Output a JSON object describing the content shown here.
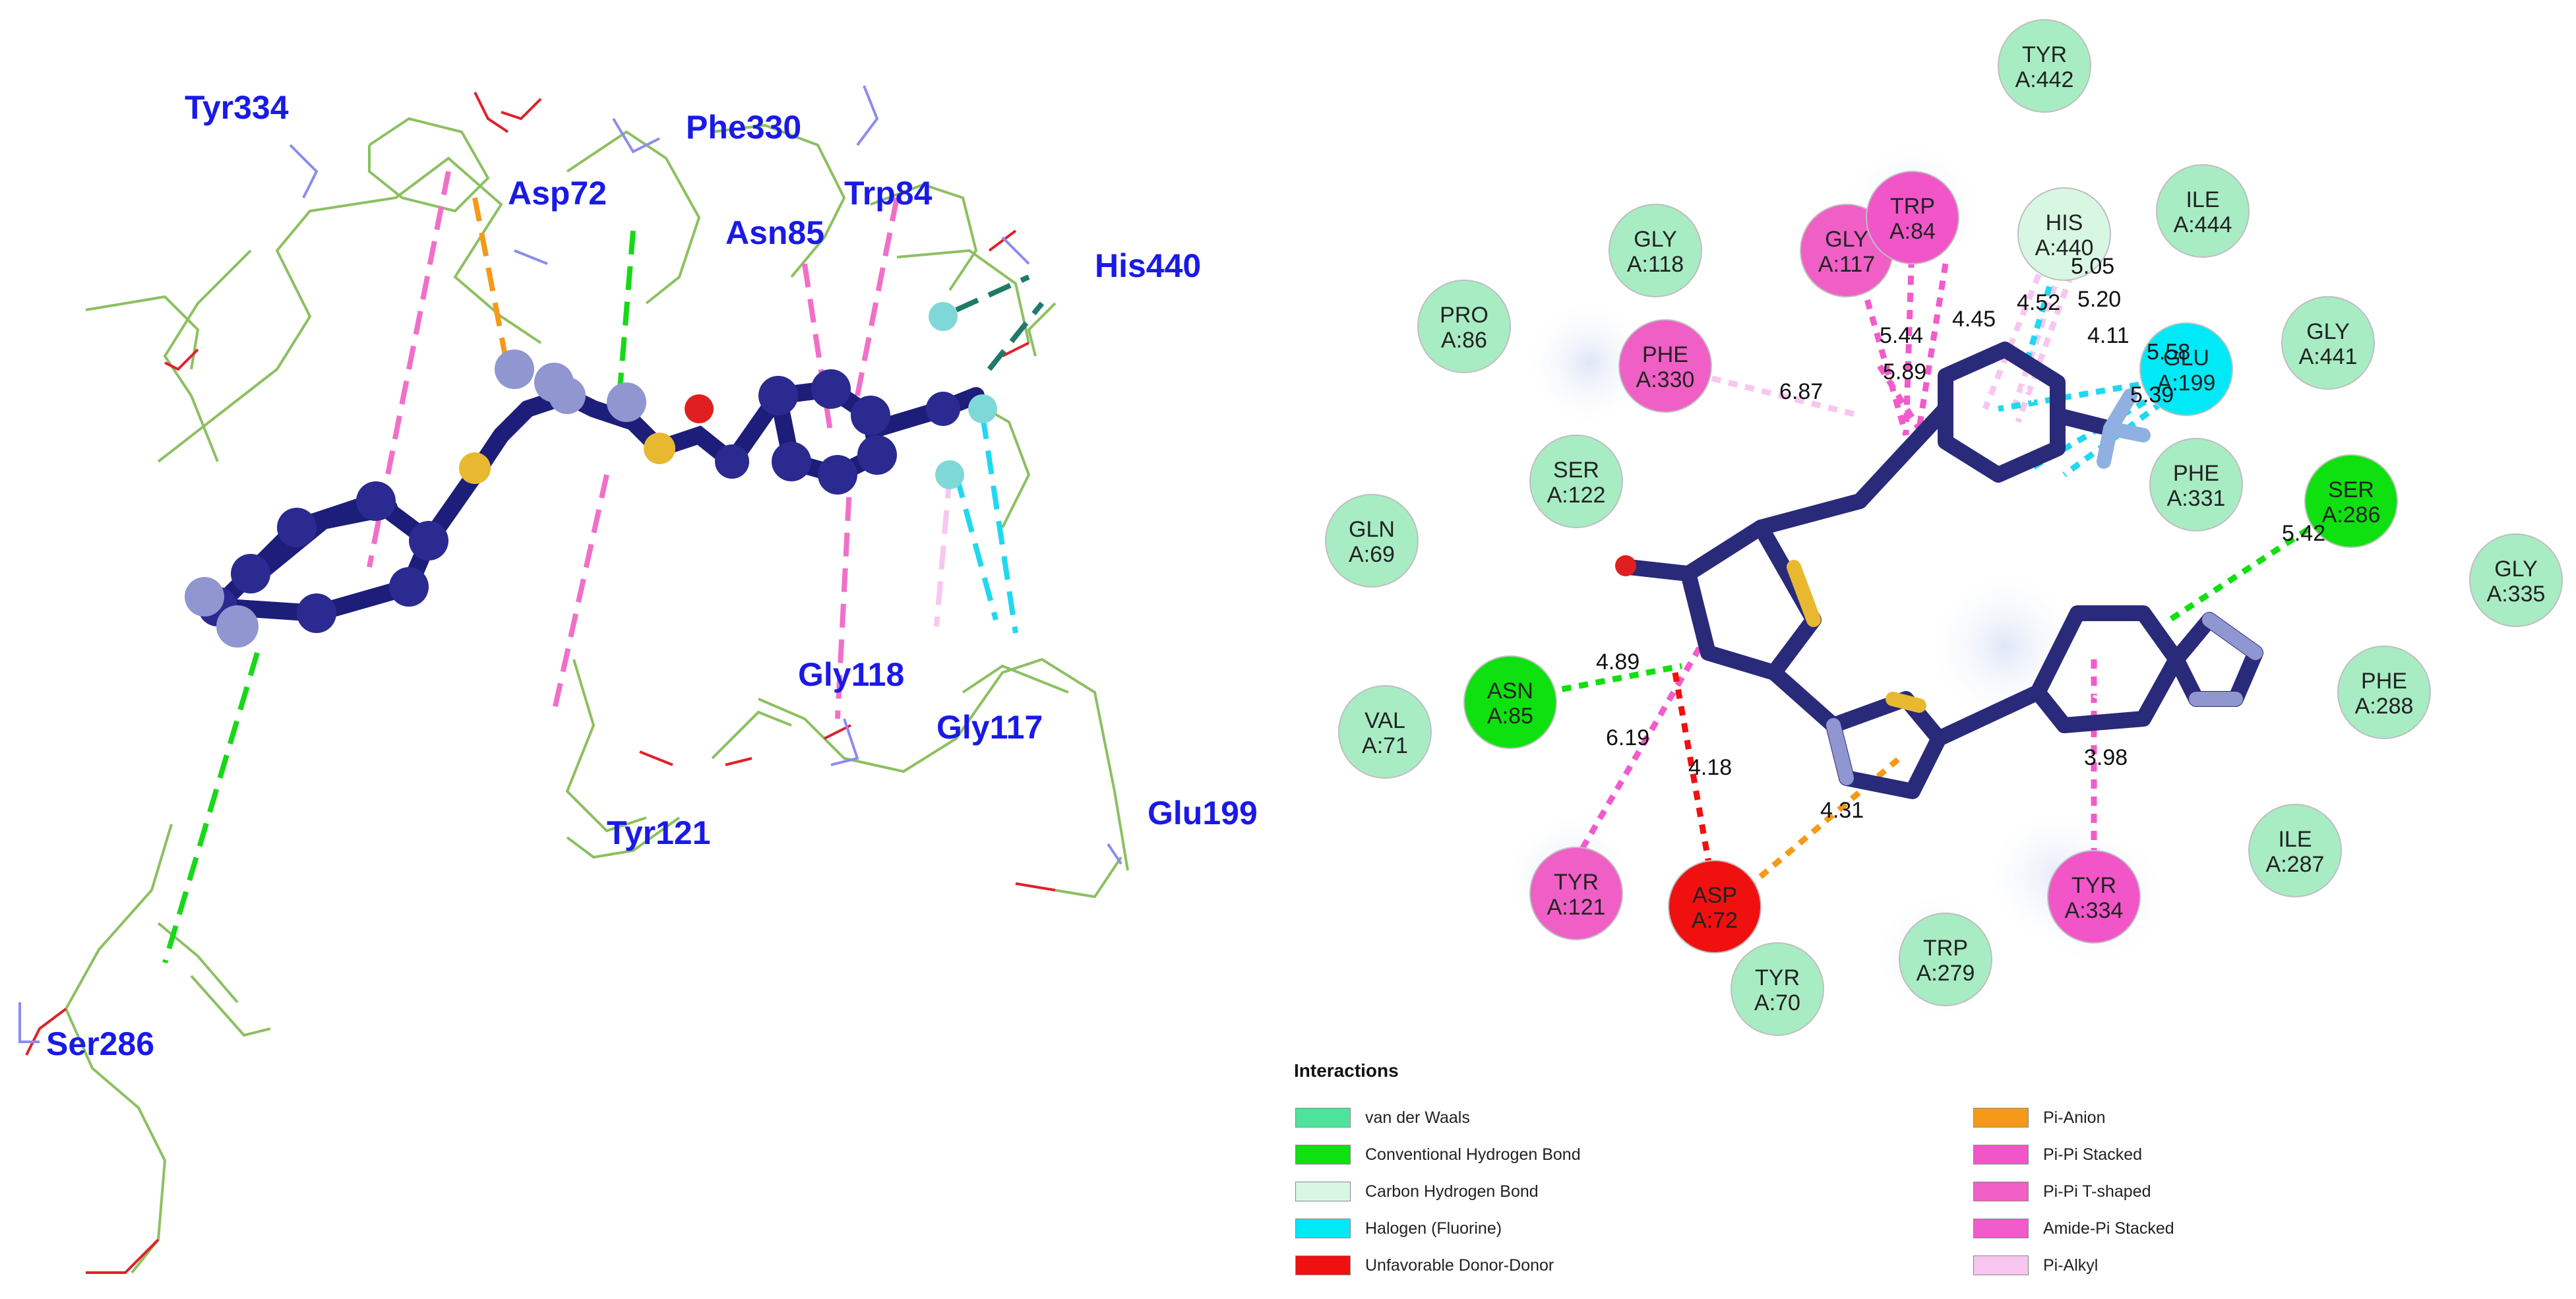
{
  "left_panel": {
    "residue_labels": [
      "Tyr334",
      "Asp72",
      "Phe330",
      "Asn85",
      "Trp84",
      "His440",
      "Gly118",
      "Gly117",
      "Tyr121",
      "Glu199",
      "Ser286"
    ]
  },
  "right_panel": {
    "residues": [
      {
        "id": "tyr442",
        "name": "TYR",
        "chain": "A:442",
        "type": "van der Waals"
      },
      {
        "id": "gly118",
        "name": "GLY",
        "chain": "A:118",
        "type": "van der Waals"
      },
      {
        "id": "gly117",
        "name": "GLY",
        "chain": "A:117",
        "type": "Pi-Pi T-shaped"
      },
      {
        "id": "trp84",
        "name": "TRP",
        "chain": "A:84",
        "type": "Pi-Pi Stacked"
      },
      {
        "id": "his440",
        "name": "HIS",
        "chain": "A:440",
        "type": "Carbon Hydrogen Bond"
      },
      {
        "id": "ile444",
        "name": "ILE",
        "chain": "A:444",
        "type": "van der Waals"
      },
      {
        "id": "pro86",
        "name": "PRO",
        "chain": "A:86",
        "type": "van der Waals"
      },
      {
        "id": "phe330",
        "name": "PHE",
        "chain": "A:330",
        "type": "Pi-Pi T-shaped"
      },
      {
        "id": "glu199",
        "name": "GLU",
        "chain": "A:199",
        "type": "Halogen (Fluorine)"
      },
      {
        "id": "gly441",
        "name": "GLY",
        "chain": "A:441",
        "type": "van der Waals"
      },
      {
        "id": "ser122",
        "name": "SER",
        "chain": "A:122",
        "type": "van der Waals"
      },
      {
        "id": "phe331",
        "name": "PHE",
        "chain": "A:331",
        "type": "van der Waals"
      },
      {
        "id": "ser286",
        "name": "SER",
        "chain": "A:286",
        "type": "Conventional Hydrogen Bond"
      },
      {
        "id": "gln69",
        "name": "GLN",
        "chain": "A:69",
        "type": "van der Waals"
      },
      {
        "id": "gly335",
        "name": "GLY",
        "chain": "A:335",
        "type": "van der Waals"
      },
      {
        "id": "asn85",
        "name": "ASN",
        "chain": "A:85",
        "type": "Conventional Hydrogen Bond"
      },
      {
        "id": "phe288",
        "name": "PHE",
        "chain": "A:288",
        "type": "van der Waals"
      },
      {
        "id": "val71",
        "name": "VAL",
        "chain": "A:71",
        "type": "van der Waals"
      },
      {
        "id": "tyr121",
        "name": "TYR",
        "chain": "A:121",
        "type": "Pi-Pi T-shaped"
      },
      {
        "id": "asp72",
        "name": "ASP",
        "chain": "A:72",
        "type": "Unfavorable Donor-Donor"
      },
      {
        "id": "tyr334",
        "name": "TYR",
        "chain": "A:334",
        "type": "Pi-Pi Stacked"
      },
      {
        "id": "ile287",
        "name": "ILE",
        "chain": "A:287",
        "type": "van der Waals"
      },
      {
        "id": "trp279",
        "name": "TRP",
        "chain": "A:279",
        "type": "van der Waals"
      },
      {
        "id": "tyr70",
        "name": "TYR",
        "chain": "A:70",
        "type": "van der Waals"
      }
    ],
    "distances": [
      "5.44",
      "5.89",
      "6.87",
      "4.45",
      "4.52",
      "5.05",
      "5.20",
      "4.11",
      "5.58",
      "5.39",
      "5.42",
      "4.89",
      "6.19",
      "4.18",
      "4.31",
      "3.98"
    ]
  },
  "legend": {
    "title": "Interactions",
    "items": [
      {
        "label": "van der Waals",
        "color": "#4ee39a"
      },
      {
        "label": "Conventional Hydrogen Bond",
        "color": "#0fe00f"
      },
      {
        "label": "Carbon Hydrogen Bond",
        "color": "#d8f7e2"
      },
      {
        "label": "Halogen (Fluorine)",
        "color": "#00e9f7"
      },
      {
        "label": "Unfavorable Donor-Donor",
        "color": "#f01010"
      },
      {
        "label": "Pi-Anion",
        "color": "#f59a18"
      },
      {
        "label": "Pi-Pi Stacked",
        "color": "#f255c8"
      },
      {
        "label": "Pi-Pi T-shaped",
        "color": "#f05fc5"
      },
      {
        "label": "Amide-Pi Stacked",
        "color": "#f25bcb"
      },
      {
        "label": "Pi-Alkyl",
        "color": "#f7c7ef"
      }
    ]
  }
}
